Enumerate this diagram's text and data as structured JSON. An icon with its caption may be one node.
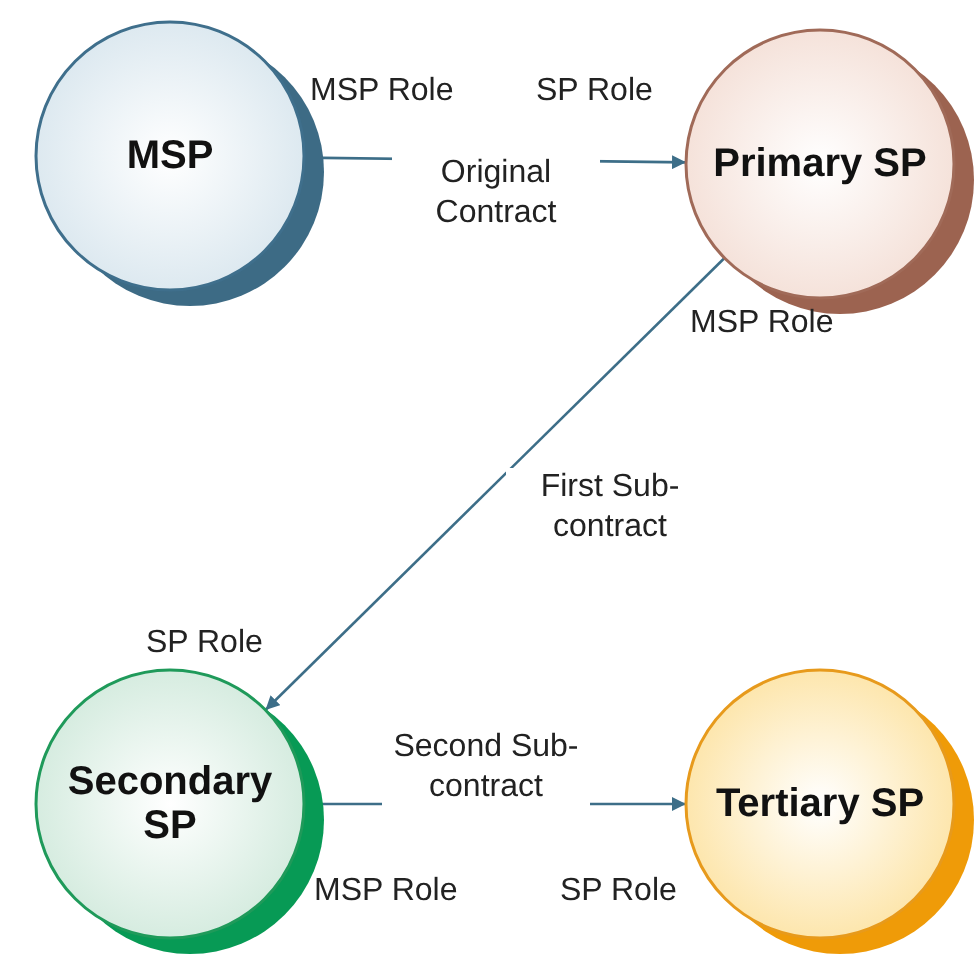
{
  "diagram": {
    "nodes": [
      {
        "text": [
          "MSP"
        ]
      },
      {
        "text": [
          "Primary SP"
        ]
      },
      {
        "text": [
          "Secondary SP"
        ]
      },
      {
        "text": [
          "Tertiary SP"
        ]
      }
    ],
    "edges": [
      {
        "from": 0,
        "to": 1,
        "arrow": "to",
        "label": "Original Contract"
      },
      {
        "from": 1,
        "to": 2,
        "arrow": "to",
        "label": "First Sub-contract"
      },
      {
        "from": 2,
        "to": 3,
        "arrow": "to",
        "label": "Second Sub-contract"
      }
    ],
    "labels": [
      "MSP Role",
      "SP Role",
      "MSP Role",
      "SP Role",
      "MSP Role",
      "SP Role"
    ]
  }
}
